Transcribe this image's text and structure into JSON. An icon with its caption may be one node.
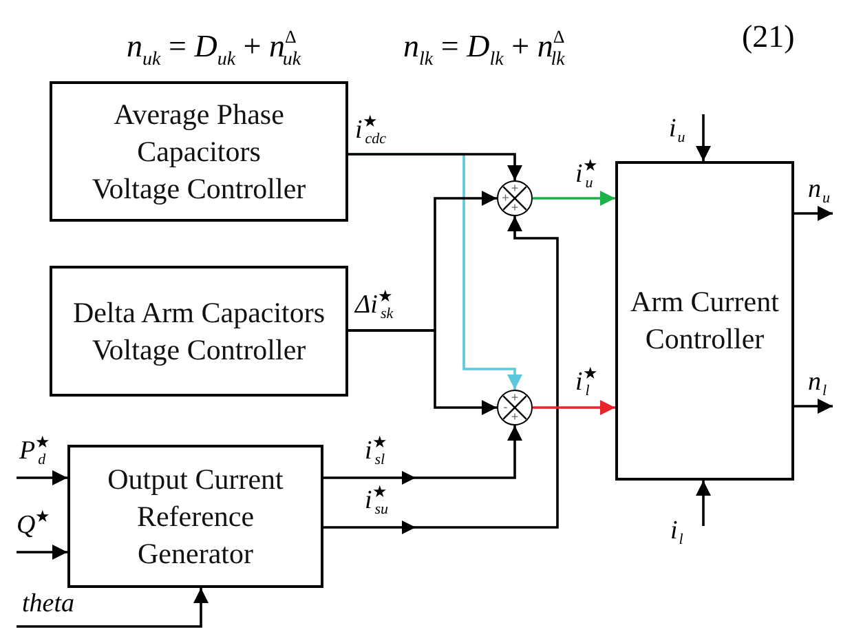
{
  "diagram": {
    "nodes": [
      {
        "text": [
          "Average Phase Capacitors Voltage Controller"
        ]
      },
      {
        "text": [
          "Delta Arm Capacitors Voltage Controller"
        ]
      },
      {
        "text": [
          "Output Current Reference Generator"
        ]
      },
      {
        "text": [
          "Arm Current Controller"
        ]
      },
      {
        "text": [
          "+",
          "+",
          "+"
        ]
      },
      {
        "text": [
          "+",
          "-",
          "+"
        ]
      }
    ],
    "edges": [
      {
        "from": 0,
        "to": 5,
        "arrow": "to",
        "color": "#5bc8dc"
      },
      {
        "from": 0,
        "to": 4,
        "arrow": "to",
        "label": "i$^{★}$$_{cdc}$"
      },
      {
        "from": 1,
        "to": 4,
        "arrow": "to",
        "label": "Δi$^{★}$$_{sk}$"
      },
      {
        "from": 1,
        "to": 5,
        "arrow": "to"
      },
      {
        "from": 2,
        "to": 5,
        "arrow": "to",
        "label": "i$^{★}$$_{sl}$"
      },
      {
        "from": 2,
        "to": 4,
        "arrow": "to",
        "label": "i$^{★}$$_{su}$"
      },
      {
        "from": 4,
        "to": 3,
        "arrow": "to",
        "label": "i$^{★}$$_{u}$",
        "color": "#1bb04a"
      },
      {
        "from": 5,
        "to": 3,
        "arrow": "to",
        "label": "i$^{★}$$_{l}$",
        "color": "#e8242a"
      },
      {
        "from": null,
        "to": 3,
        "arrow": "to",
        "label": "i$_{u}$"
      },
      {
        "from": null,
        "to": 3,
        "arrow": "to",
        "label": "i$_{l}$"
      },
      {
        "from": 3,
        "to": null,
        "arrow": "to",
        "label": "n$_{u}$"
      },
      {
        "from": 3,
        "to": null,
        "arrow": "to",
        "label": "n$_{l}$"
      },
      {
        "from": null,
        "to": 2,
        "arrow": "to",
        "label": "P$^{★}$$_{d}$"
      },
      {
        "from": null,
        "to": 2,
        "arrow": "to",
        "label": "Q$^{★}$"
      },
      {
        "from": null,
        "to": 2,
        "arrow": "to",
        "label": "theta"
      }
    ],
    "labels": [
      "*n*$_{uk}$ = *D*$_{uk}$ + *n*$^{Δ}$$_{uk}$",
      "*n*$_{lk}$ = *D*$_{lk}$ + *n*$^{Δ}$$_{lk}$",
      "(21)"
    ]
  }
}
